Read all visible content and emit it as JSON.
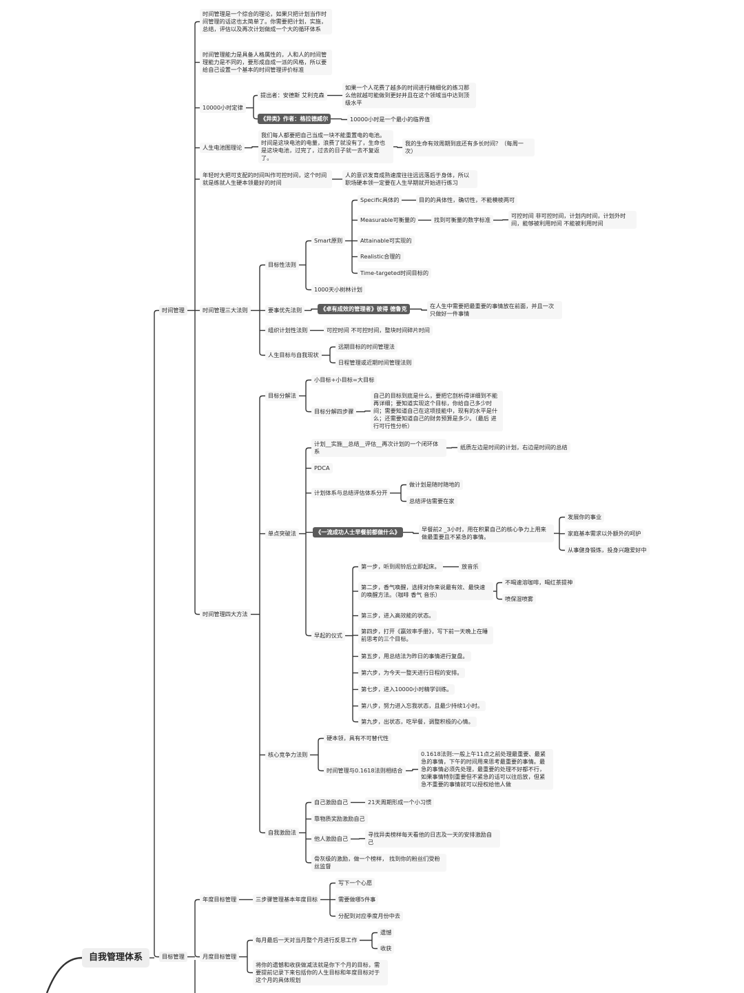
{
  "root": "自我管理体系",
  "l1": {
    "time": "时间管理",
    "goal": "目标管理"
  },
  "tm": {
    "intro1": "时间管理是一个综合的理论，如果只把计划当作时间管理的话这也太简单了。你需要把计划，实施，总结，评估以及再次计划做成一个大的循环体系",
    "intro2": "时间管理能力是具备人格属性的，人和人的时间管理能力是不同的，要形成自成一派的风格，所以要给自己设置一个基本的时间管理评价标准",
    "law10000": "10000小时定律",
    "proposer": "提出者：安德斯 艾利克森",
    "proposer_note": "如果一个人花费了越多的时间进行精细化的练习那么他就越可能做到更好并且在这个领域当中达到顶级水平",
    "outliers": "《异类》作者：格拉德威尔",
    "outliers_note": "10000小时是一个最小的临界值",
    "battery": "人生电池图理论",
    "battery_text": "我们每人都要把自己当成一块不能重置电的电池。时间是这块电池的电量，浪费了就没有了，生命也是这块电池，过完了，过去的日子就一去不复返了。",
    "battery_q": "我的生命有效周期到底还有多长时间？（每周一次）",
    "youth": "年轻时大把可支配的时间叫作可控时间，这个时间就是练就人生硬本领最好的时间",
    "youth_note": "人的意识发育成熟速度往往远远落后于身体，所以职场硬本领一定要在人生早期就开始进行练习",
    "three": {
      "label": "时间管理三大法则",
      "goal_law": "目标性法则",
      "smart": "Smart原则",
      "s": "Specific具体的",
      "s_note": "目的的具体性，确切性，不能模棱两可",
      "m": "Measurable可衡量的",
      "m_note": "找到可衡量的数字标准",
      "m_note2": "可控时间 非可控时间，计划内时间，计划外时间，能够被利用时间 不能被利用时间",
      "a": "Attainable可实现的",
      "r": "Realistic合理的",
      "t": "Time-targeted时间目标的",
      "tree": "1000天小树林计划",
      "priority": "要事优先法则",
      "drucker": "《卓有成效的管理者》彼得 德鲁克",
      "drucker_note": "在人生中需要把最重要的事情放在前面，并且一次只做好一件事情",
      "org": "组织计划性法则",
      "org_note": "可控时间 不可控时间，整块时间碎片时间",
      "life": "人生目标与自我现状",
      "far": "远期目标的时间管理法",
      "near": "日程管理或近期时间管理法则"
    },
    "four": {
      "label": "时间管理四大方法",
      "decomp": "目标分解法",
      "small": "小目标+小目标=大目标",
      "four_steps": "目标分解四步骤",
      "four_steps_text": "自己的目标到底是什么，要把它剖析得详细到不能再详细；要知道实现这个目标，你给自己多少时间；需要知道自己在这项技能中，现有的水平是什么；还需要知道自己的财务预算是多少。（最后 进行可行性分析）",
      "single": "单点突破法",
      "cycle": "计划__实施__总结__评估__再次计划的一个闭环体系",
      "cycle_note": "纸质左边是时间的计划，右边是时间的总结",
      "pdca": "PDCA",
      "sep": "计划体系与总结评估体系分开",
      "sep1": "做计划是随时随地的",
      "sep2": "总结评估需要在家",
      "book": "《一流成功人士早餐前都做什么》",
      "book_note": "早餐前2 _3小时，用在积累自己的核心争力上用来做最重要且不紧急的事情。",
      "b1": "发展你的事业",
      "b2": "家庭基本需求以外额外的呵护",
      "b3": "从事健身锻炼，投身兴趣爱好中",
      "ritual": "早起的仪式",
      "st1": "第一步，听到闹铃后立即起床。",
      "st1n": "放音乐",
      "st2": "第二步，香气唤醒，选择对你来说最有效、最快速的唤醒方法。（咖啡 香气 音乐）",
      "st2a": "不喝速溶咖啡，喝红茶提神",
      "st2b": "喷保湿喷雾",
      "st3": "第三步，进入高效能的状态。",
      "st4": "第四步，打开《赢效率手册》，写下前一天晚上在睡前思考的三个目标。",
      "st5": "第五步，用总结法为昨日的事情进行复盘。",
      "st6": "第六步，为今天一整天进行日程的安排。",
      "st7": "第七步，进入10000小时精学训练。",
      "st8": "第八步，努力进入忘我状态，且最少持续1小时。",
      "st9": "第九步，出状态，吃早餐，调整积极的心情。",
      "core": "核心竞争力法则",
      "core1": "硬本领，具有不可替代性",
      "core2": "时间管理与0.1618法则相结合",
      "core2_note": "0.1618法则:一般上午11点之前处理最重要、最紧急的事情，下午的时间用来思考最重要的事情。最急的事情必须先处理，最重要的处理不好都不行，如果事情特别重要但不紧急的话可以往后放，但紧急不重要的事情就可以授权给他人做",
      "motiv": "自我激励法",
      "mv1": "自己激励自己",
      "mv1n": "21天周期形成一个小习惯",
      "mv2": "靠物质奖励激励自己",
      "mv3": "他人激励自己",
      "mv3n": "寻找异类榜样每天看他的日志及一天的安排激励自己",
      "mv4": "骨灰级的激励，做一个榜样， 找到你的粉丝们受粉丝监督"
    }
  },
  "gm": {
    "year": "年度目标管理",
    "year_three": "三步骤管理基本年度目标",
    "y1": "写下一个心愿",
    "y2": "需要做哪5件事",
    "y3": "分配到对应季度月份中去",
    "month": "月度目标管理",
    "month_reflect": "每月最后一天对当月整个月进行反思工作",
    "mr1": "遗憾",
    "mr2": "收获",
    "month_note": "将你的遗憾和收获做减法就是你下个月的目标，需要提前记录下来包括你的人生目标和年度目标对于这个月的具体规划"
  }
}
